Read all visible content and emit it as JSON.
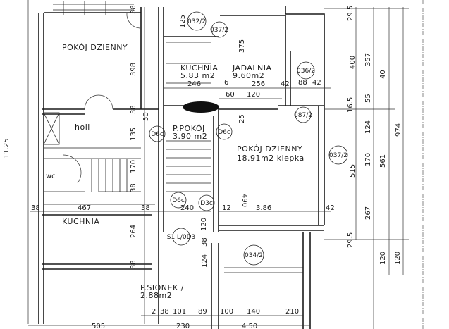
{
  "rooms": {
    "living_left": "POKÓJ DZIENNY",
    "kitchen_top": "KUCHNIA",
    "kitchen_top_area": "5.83 m2",
    "dining": "JADALNIA",
    "dining_area": "9.60m2",
    "hall": "holl",
    "small_room": "P.POKÓJ",
    "small_room_area": "3.90 m2",
    "living_right": "POKÓJ DZIENNY",
    "living_right_area": "18.91m2 klepka",
    "wc": "wc",
    "kitchen_bottom": "KUCHNIA",
    "vestibule": "P.SIONEK /",
    "vestibule_area": "2.88m2"
  },
  "tags": [
    "032/2",
    "037/2",
    "036/2",
    "087/2",
    "D6c",
    "D6c",
    "037/2",
    "D6c",
    "D3c",
    "S1IL/0D3",
    "034/2"
  ],
  "dims": {
    "left_col": [
      "38",
      "398",
      "38",
      "50",
      "135",
      "170",
      "38",
      "264",
      "38"
    ],
    "mid_row": [
      "467",
      "38",
      "38",
      "240",
      "12",
      "3.86",
      "42"
    ],
    "top_mid": [
      "246",
      "256",
      "6",
      "60",
      "120",
      "42",
      "88",
      "42",
      "125",
      "375",
      "25",
      "490",
      "120",
      "124",
      "38"
    ],
    "bottom_row": [
      "2",
      "38",
      "101",
      "89",
      "100",
      "140",
      "210"
    ],
    "bottom_total": [
      "505",
      "230",
      "4 50"
    ],
    "right_col": [
      "29.5",
      "400",
      "357",
      "40",
      "55",
      "16.5",
      "124",
      "974",
      "515",
      "170",
      "561",
      "267",
      "29.5",
      "120",
      "120"
    ],
    "left_total": "11.25"
  }
}
